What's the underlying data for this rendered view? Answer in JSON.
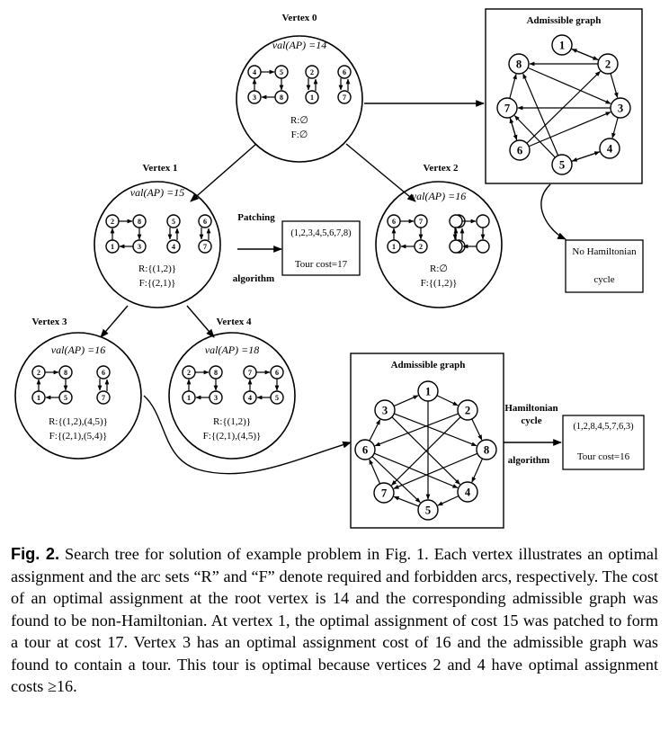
{
  "vertices": [
    {
      "id": "v0",
      "title": "Vertex 0",
      "val": "val(AP) =14",
      "lines": [
        "R:∅",
        "F:∅"
      ]
    },
    {
      "id": "v1",
      "title": "Vertex 1",
      "val": "val(AP) =15",
      "lines": [
        "R:{(1,2)}",
        "F:{(2,1)}"
      ]
    },
    {
      "id": "v2",
      "title": "Vertex 2",
      "val": "val(AP) =16",
      "lines": [
        "R:∅",
        "F:{(1,2)}"
      ]
    },
    {
      "id": "v3",
      "title": "Vertex 3",
      "val": "val(AP) =16",
      "lines": [
        "R:{(1,2),(4,5)}",
        "F:{(2,1),(5,4)}"
      ]
    },
    {
      "id": "v4",
      "title": "Vertex 4",
      "val": "val(AP) =18",
      "lines": [
        "R:{(1,2)}",
        "F:{(2,1),(4,5)}"
      ]
    }
  ],
  "admissible_graph_1": {
    "title": "Admissible graph",
    "result": [
      "No Hamiltonian",
      "cycle"
    ]
  },
  "admissible_graph_2": {
    "title": "Admissible graph"
  },
  "patching": {
    "label_top": "Patching",
    "label_bottom": "algorithm",
    "tour": "(1,2,3,4,5,6,7,8)",
    "cost": "Tour cost=17"
  },
  "hamiltonian": {
    "label": [
      "Hamiltonian",
      "cycle"
    ],
    "label_bottom": "algorithm",
    "tour": "(1,2,8,4,5,7,6,3)",
    "cost": "Tour cost=16"
  },
  "caption": {
    "label": "Fig. 2.",
    "text": "Search tree for solution of example problem in Fig. 1. Each vertex illustrates an optimal assignment and the arc sets “R” and “F” denote required and forbidden arcs, respectively. The cost of an optimal assignment at the root vertex is 14 and the corresponding admissible graph was found to be non-Hamiltonian. At vertex 1, the optimal assignment of cost 15 was patched to form a tour at cost 17. Vertex 3 has an optimal assignment cost of 16 and the admissible graph was found to contain a tour. This tour is optimal because vertices 2 and 4 have optimal assignment costs ≥16."
  }
}
